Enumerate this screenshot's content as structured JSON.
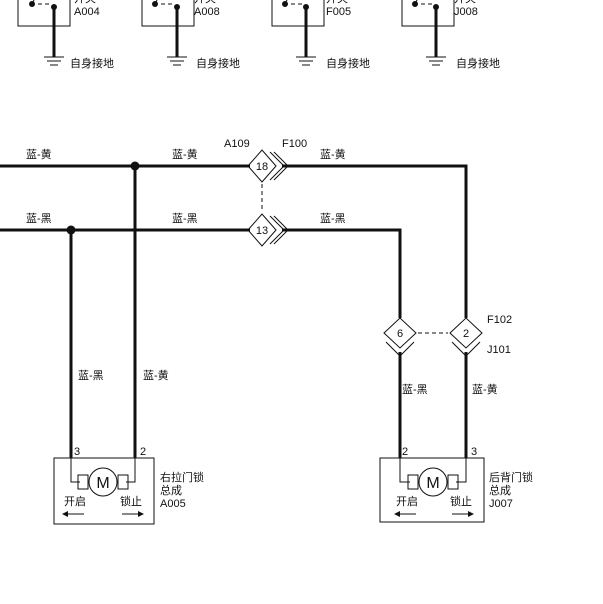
{
  "switches": [
    {
      "label_top": "开关",
      "code": "A004",
      "ground": "自身接地"
    },
    {
      "label_top": "开关",
      "code": "A008",
      "ground": "自身接地"
    },
    {
      "label_top": "开关",
      "code": "F005",
      "ground": "自身接地"
    },
    {
      "label_top": "开关",
      "code": "J008",
      "ground": "自身接地"
    }
  ],
  "wires": {
    "blue_yellow": "蓝-黄",
    "blue_black": "蓝-黑"
  },
  "connectors": {
    "a109": "A109",
    "f100": "F100",
    "f102": "F102",
    "j101": "J101",
    "pin_18": "18",
    "pin_13": "13",
    "pin_6": "6",
    "pin_2": "2"
  },
  "right_slide_lock": {
    "name_line1": "右拉门锁",
    "name_line2": "总成",
    "code": "A005",
    "pin_left": "3",
    "pin_right": "2",
    "motor": "M",
    "open": "开启",
    "lock": "锁止"
  },
  "rear_door_lock": {
    "name_line1": "后背门锁",
    "name_line2": "总成",
    "code": "J007",
    "pin_left": "2",
    "pin_right": "3",
    "motor": "M",
    "open": "开启",
    "lock": "锁止"
  }
}
